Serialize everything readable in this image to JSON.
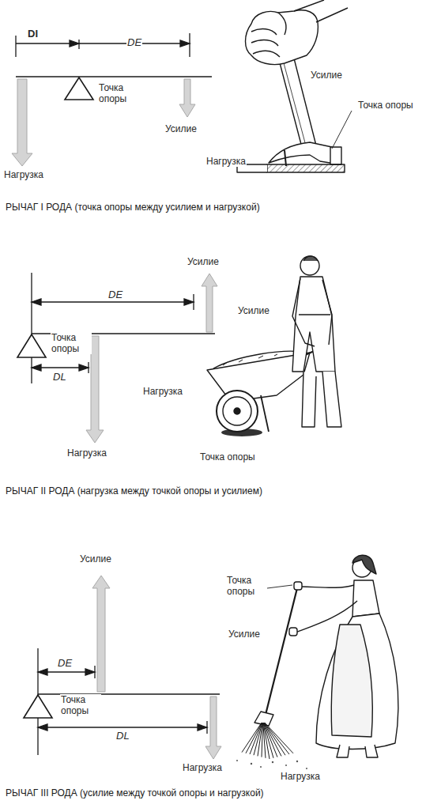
{
  "diagram": {
    "labels": [
      "DI",
      "DE",
      "Точка опоры",
      "Усилие",
      "Нагрузка",
      "Усилие",
      "Точка опоры",
      "Нагрузка",
      "РЫЧАГ I РОДА (точка опоры между усилием и нагрузкой)",
      "Усилие",
      "DE",
      "Точка опоры",
      "DL",
      "Нагрузка",
      "Усилие",
      "Нагрузка",
      "Точка опоры",
      "РЫЧАГ II РОДА (нагрузка между точкой опоры и усилием)",
      "Усилие",
      "DE",
      "Точка опоры",
      "DL",
      "Нагрузка",
      "Точка опоры",
      "Усилие",
      "Нагрузка",
      "РЫЧАГ III РОДА (усилие между точкой опоры и нагрузкой)"
    ]
  }
}
